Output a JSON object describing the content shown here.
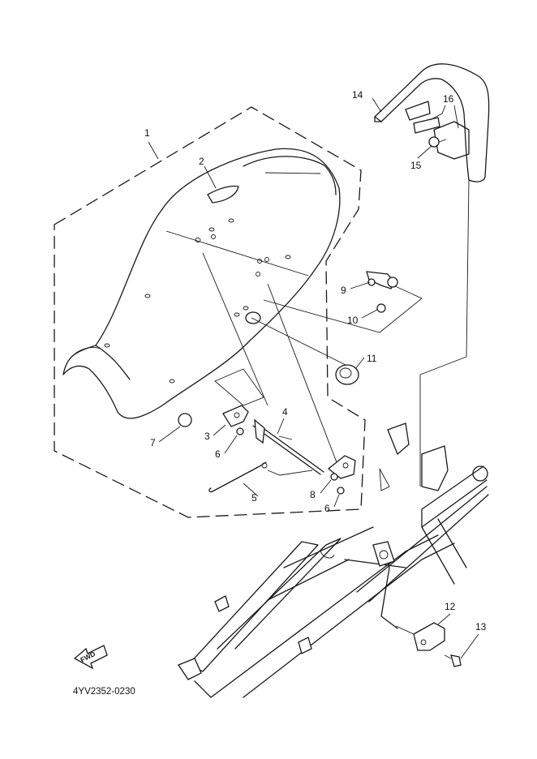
{
  "diagram_code": "4YV2352-0230",
  "fwd_label": "FWD",
  "callouts": {
    "c1": "1",
    "c2": "2",
    "c3": "3",
    "c4": "4",
    "c5": "5",
    "c6a": "6",
    "c6b": "6",
    "c7": "7",
    "c8": "8",
    "c9": "9",
    "c10": "10",
    "c11": "11",
    "c12": "12",
    "c13": "13",
    "c14": "14",
    "c15": "15",
    "c16": "16"
  }
}
